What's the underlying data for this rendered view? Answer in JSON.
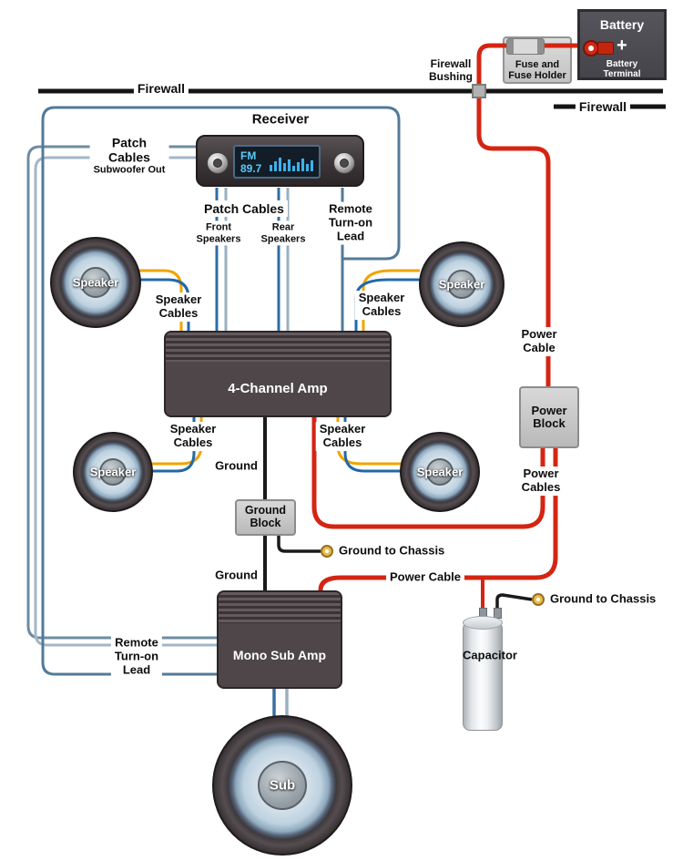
{
  "colors": {
    "wire_red": "#d42512",
    "wire_yellow": "#f0a400",
    "wire_blue": "#2268a8",
    "wire_steel_dark": "#3c6e9f",
    "wire_steel_light": "#9ab0c0",
    "wire_remote": "#527a99",
    "wire_black": "#1a1a1a",
    "terminal_gold": "#e9bd4e"
  },
  "firewall": {
    "left_label": "Firewall",
    "right_label": "Firewall"
  },
  "bushing": {
    "line1": "Firewall",
    "line2": "Bushing"
  },
  "battery": {
    "title": "Battery",
    "plus": "+",
    "terminal_line1": "Battery",
    "terminal_line2": "Terminal"
  },
  "fuse": {
    "line1": "Fuse and",
    "line2": "Fuse Holder"
  },
  "receiver": {
    "title": "Receiver",
    "display": "FM 89.7"
  },
  "labels": {
    "patch_sub": {
      "line1": "Patch",
      "line2": "Cables",
      "line3": "Subwoofer Out"
    },
    "patch_cables": "Patch Cables",
    "front": {
      "line1": "Front",
      "line2": "Speakers"
    },
    "rear": {
      "line1": "Rear",
      "line2": "Speakers"
    },
    "remote": {
      "line1": "Remote",
      "line2": "Turn-on",
      "line3": "Lead"
    },
    "speaker_cables": {
      "line1": "Speaker",
      "line2": "Cables"
    },
    "speaker": "Speaker",
    "ground": "Ground",
    "ground_to_chassis": "Ground to Chassis",
    "power_cable": {
      "line1": "Power",
      "line2": "Cable"
    },
    "power_cable_h": "Power Cable",
    "power_cables": {
      "line1": "Power",
      "line2": "Cables"
    },
    "capacitor": "Capacitor"
  },
  "components": {
    "amp4": "4-Channel Amp",
    "mono": "Mono Sub Amp",
    "sub": "Sub",
    "power_block": {
      "line1": "Power",
      "line2": "Block"
    },
    "ground_block": {
      "line1": "Ground",
      "line2": "Block"
    }
  }
}
